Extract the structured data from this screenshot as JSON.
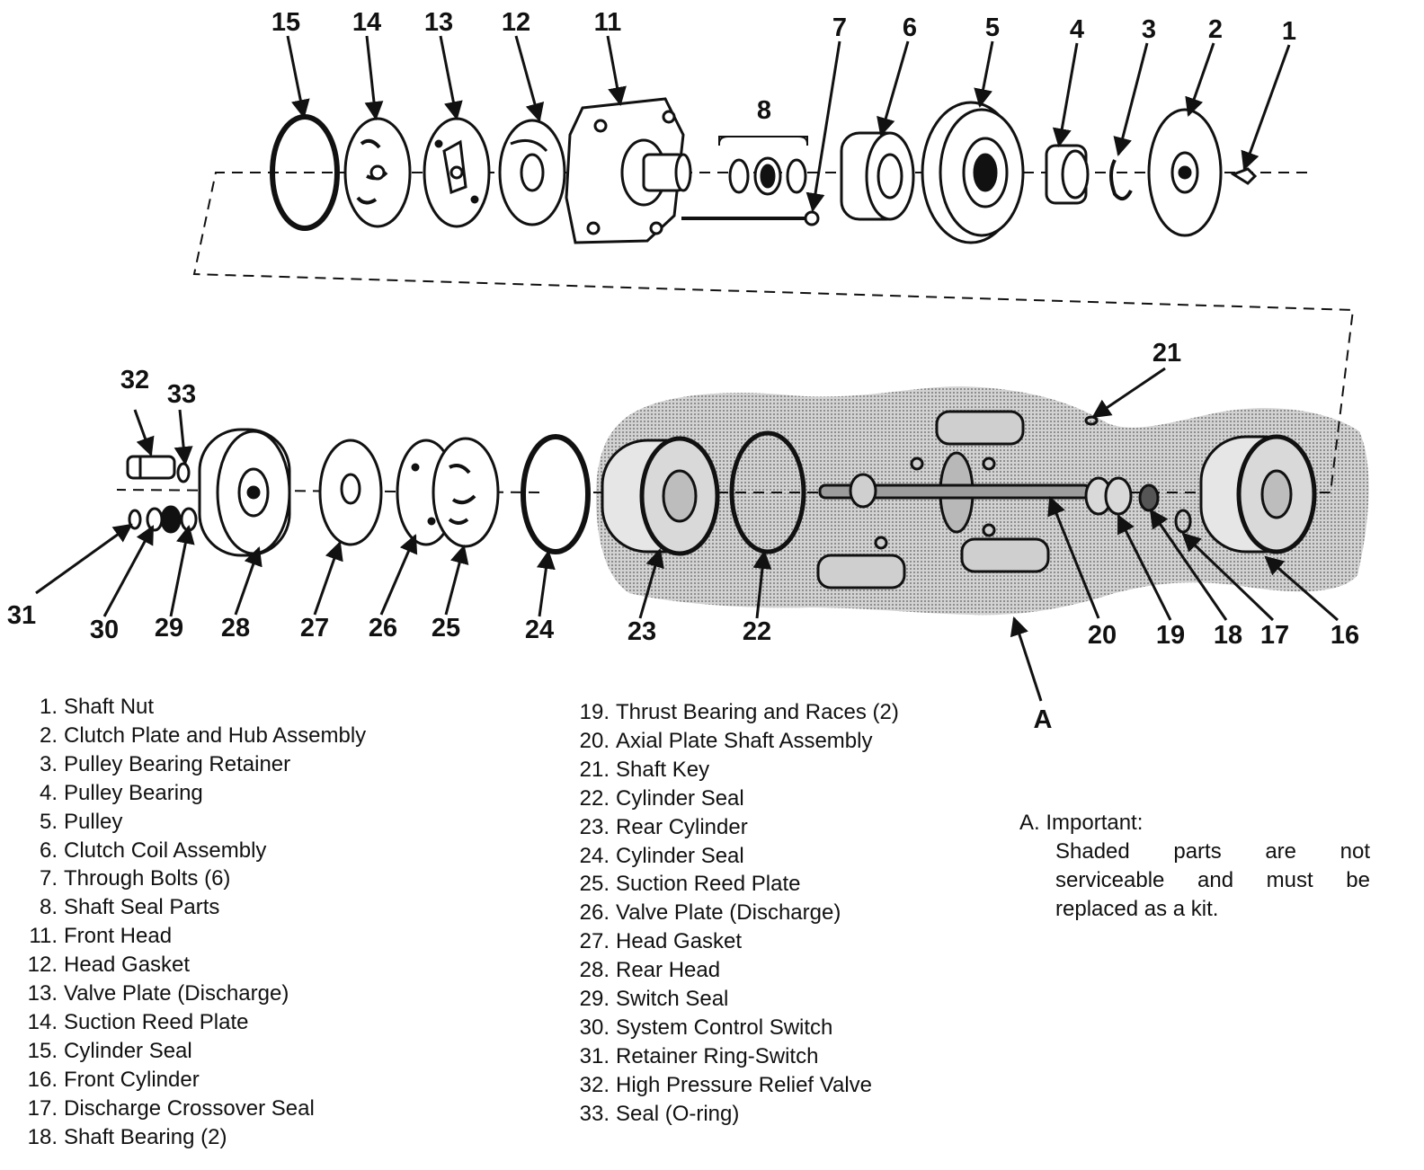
{
  "callouts": [
    {
      "id": "1",
      "text": "1"
    },
    {
      "id": "2",
      "text": "2"
    },
    {
      "id": "3",
      "text": "3"
    },
    {
      "id": "4",
      "text": "4"
    },
    {
      "id": "5",
      "text": "5"
    },
    {
      "id": "6",
      "text": "6"
    },
    {
      "id": "7",
      "text": "7"
    },
    {
      "id": "8",
      "text": "8"
    },
    {
      "id": "11",
      "text": "11"
    },
    {
      "id": "12",
      "text": "12"
    },
    {
      "id": "13",
      "text": "13"
    },
    {
      "id": "14",
      "text": "14"
    },
    {
      "id": "15",
      "text": "15"
    },
    {
      "id": "16",
      "text": "16"
    },
    {
      "id": "17",
      "text": "17"
    },
    {
      "id": "18",
      "text": "18"
    },
    {
      "id": "19",
      "text": "19"
    },
    {
      "id": "20",
      "text": "20"
    },
    {
      "id": "21",
      "text": "21"
    },
    {
      "id": "22",
      "text": "22"
    },
    {
      "id": "23",
      "text": "23"
    },
    {
      "id": "24",
      "text": "24"
    },
    {
      "id": "25",
      "text": "25"
    },
    {
      "id": "26",
      "text": "26"
    },
    {
      "id": "27",
      "text": "27"
    },
    {
      "id": "28",
      "text": "28"
    },
    {
      "id": "29",
      "text": "29"
    },
    {
      "id": "30",
      "text": "30"
    },
    {
      "id": "31",
      "text": "31"
    },
    {
      "id": "32",
      "text": "32"
    },
    {
      "id": "33",
      "text": "33"
    },
    {
      "id": "A",
      "text": "A"
    }
  ],
  "legend_left": [
    {
      "num": "1.",
      "label": "Shaft Nut"
    },
    {
      "num": "2.",
      "label": "Clutch Plate and Hub Assembly"
    },
    {
      "num": "3.",
      "label": "Pulley Bearing Retainer"
    },
    {
      "num": "4.",
      "label": "Pulley Bearing"
    },
    {
      "num": "5.",
      "label": "Pulley"
    },
    {
      "num": "6.",
      "label": "Clutch Coil Assembly"
    },
    {
      "num": "7.",
      "label": "Through Bolts (6)"
    },
    {
      "num": "8.",
      "label": "Shaft Seal Parts"
    },
    {
      "num": "11.",
      "label": "Front Head"
    },
    {
      "num": "12.",
      "label": "Head Gasket"
    },
    {
      "num": "13.",
      "label": "Valve Plate (Discharge)"
    },
    {
      "num": "14.",
      "label": "Suction Reed Plate"
    },
    {
      "num": "15.",
      "label": "Cylinder Seal"
    },
    {
      "num": "16.",
      "label": "Front Cylinder"
    },
    {
      "num": "17.",
      "label": "Discharge Crossover Seal"
    },
    {
      "num": "18.",
      "label": "Shaft Bearing (2)"
    }
  ],
  "legend_mid": [
    {
      "num": "19.",
      "label": "Thrust Bearing and Races (2)"
    },
    {
      "num": "20.",
      "label": "Axial Plate Shaft Assembly"
    },
    {
      "num": "21.",
      "label": "Shaft Key"
    },
    {
      "num": "22.",
      "label": "Cylinder Seal"
    },
    {
      "num": "23.",
      "label": "Rear Cylinder"
    },
    {
      "num": "24.",
      "label": "Cylinder Seal"
    },
    {
      "num": "25.",
      "label": "Suction Reed Plate"
    },
    {
      "num": "26.",
      "label": "Valve Plate (Discharge)"
    },
    {
      "num": "27.",
      "label": "Head Gasket"
    },
    {
      "num": "28.",
      "label": "Rear Head"
    },
    {
      "num": "29.",
      "label": "Switch Seal"
    },
    {
      "num": "30.",
      "label": "System Control Switch"
    },
    {
      "num": "31.",
      "label": "Retainer Ring-Switch"
    },
    {
      "num": "32.",
      "label": "High Pressure Relief Valve"
    },
    {
      "num": "33.",
      "label": "Seal (O-ring)"
    }
  ],
  "note": {
    "title": "A.  Important:",
    "text": "Shaded parts are not serviceable and must be replaced as a kit."
  },
  "colors": {
    "ink": "#111111",
    "shade": "#c8c8c8"
  }
}
